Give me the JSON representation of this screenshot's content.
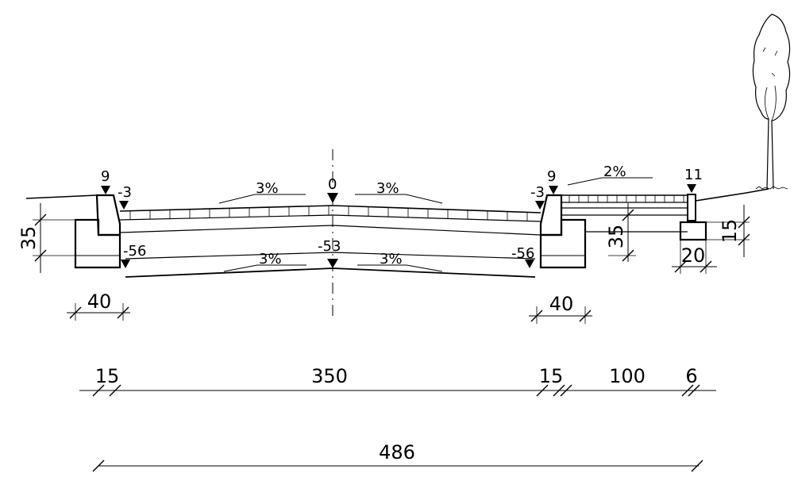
{
  "elevations": {
    "left_curb_top": "9",
    "left_gutter": "-3",
    "axis_top": "0",
    "right_curb_top": "9",
    "right_gutter": "-3",
    "sidewalk_edge": "11",
    "left_subgrade": "-56",
    "axis_subgrade": "-53",
    "right_subgrade": "-56"
  },
  "slopes": {
    "road_left": "3%",
    "road_right": "3%",
    "sub_left": "3%",
    "sub_right": "3%",
    "sidewalk": "2%"
  },
  "dimensions": {
    "left_curb_height": "35",
    "right_curb_height": "35",
    "edge_height": "15",
    "edge_width": "20",
    "left_curb_width": "40",
    "right_curb_width": "40",
    "seg_left_curb": "15",
    "seg_carriageway": "350",
    "seg_right_curb": "15",
    "seg_sidewalk": "100",
    "seg_edge": "6",
    "total_width": "486"
  },
  "colors": {
    "line": "#000000",
    "background": "#ffffff"
  }
}
